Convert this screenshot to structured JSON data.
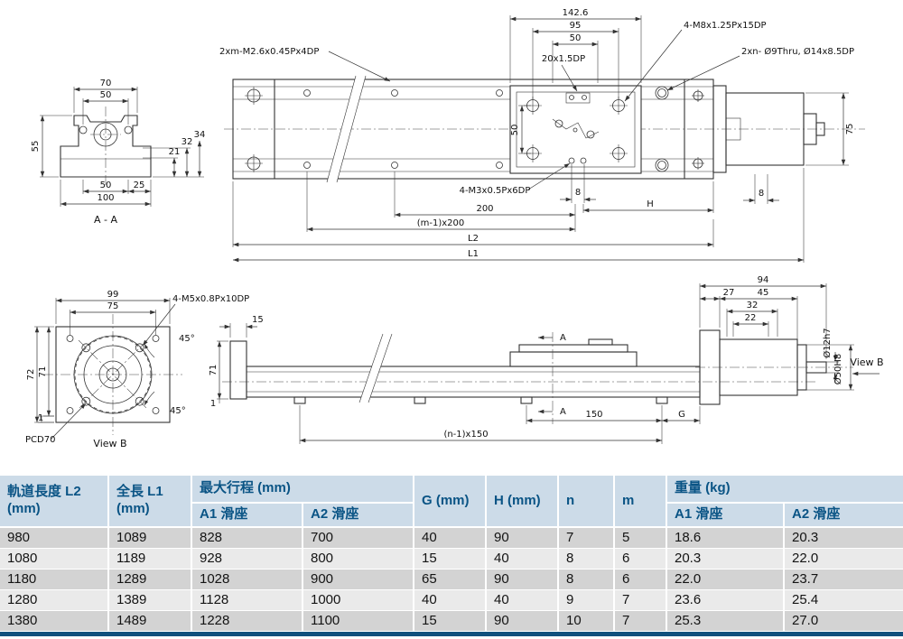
{
  "colors": {
    "table_header_bg": "#ccdbe8",
    "table_header_text": "#0a5485",
    "row_odd": "#d3d3d3",
    "row_even": "#eaeaea",
    "accent_bar": "#10507d",
    "line": "#333333"
  },
  "drawing": {
    "section_aa": {
      "w70": "70",
      "w50": "50",
      "h55": "55",
      "h21": "21",
      "h32": "32",
      "h34": "34",
      "b50": "50",
      "b25": "25",
      "b100": "100",
      "caption": "A - A"
    },
    "top_view": {
      "callout_m26": "2xm-M2.6x0.45Px4DP",
      "d142": "142.6",
      "d95": "95",
      "d50": "50",
      "callout_m8": "4-M8x1.25Px15DP",
      "callout_slot": "20x1.5DP",
      "callout_holes": "2xn- Ø9Thru, Ø14x8.5DP",
      "carriage50": "50",
      "motor75": "75",
      "callout_m3": "4-M3x0.5Px6DP",
      "d8a": "8",
      "d8b": "8",
      "d200": "200",
      "dH": "H",
      "dm200": "(m-1)x200",
      "dL2": "L2",
      "dL1": "L1"
    },
    "flange_view": {
      "w99": "99",
      "w75": "75",
      "callout_m5": "4-M5x0.8Px10DP",
      "h72": "72",
      "h71": "71",
      "h1": "1",
      "a45a": "45°",
      "a45b": "45°",
      "pcd": "PCD70",
      "caption": "View B"
    },
    "side_view": {
      "d15": "15",
      "secA": "A",
      "h71": "71",
      "h1": "1",
      "d150": "150",
      "dG": "G",
      "dn150": "(n-1)x150"
    },
    "motor_view": {
      "d94": "94",
      "d27": "27",
      "d45": "45",
      "d32": "32",
      "d22": "22",
      "dia12": "Ø12h7",
      "dia50": "Ø50H8",
      "caption": "View B"
    }
  },
  "table": {
    "headers": {
      "rail_length_1": "軌道長度 L2",
      "rail_length_2": "(mm)",
      "total_length_1": "全長 L1",
      "total_length_2": "(mm)",
      "stroke_group": "最大行程 (mm)",
      "stroke_a1": "A1 滑座",
      "stroke_a2": "A2 滑座",
      "g": "G (mm)",
      "h": "H (mm)",
      "n": "n",
      "m": "m",
      "weight_group": "重量 (kg)",
      "weight_a1": "A1 滑座",
      "weight_a2": "A2 滑座"
    },
    "rows": [
      [
        "980",
        "1089",
        "828",
        "700",
        "40",
        "90",
        "7",
        "5",
        "18.6",
        "20.3"
      ],
      [
        "1080",
        "1189",
        "928",
        "800",
        "15",
        "40",
        "8",
        "6",
        "20.3",
        "22.0"
      ],
      [
        "1180",
        "1289",
        "1028",
        "900",
        "65",
        "90",
        "8",
        "6",
        "22.0",
        "23.7"
      ],
      [
        "1280",
        "1389",
        "1128",
        "1000",
        "40",
        "40",
        "9",
        "7",
        "23.6",
        "25.4"
      ],
      [
        "1380",
        "1489",
        "1228",
        "1100",
        "15",
        "90",
        "10",
        "7",
        "25.3",
        "27.0"
      ]
    ]
  }
}
